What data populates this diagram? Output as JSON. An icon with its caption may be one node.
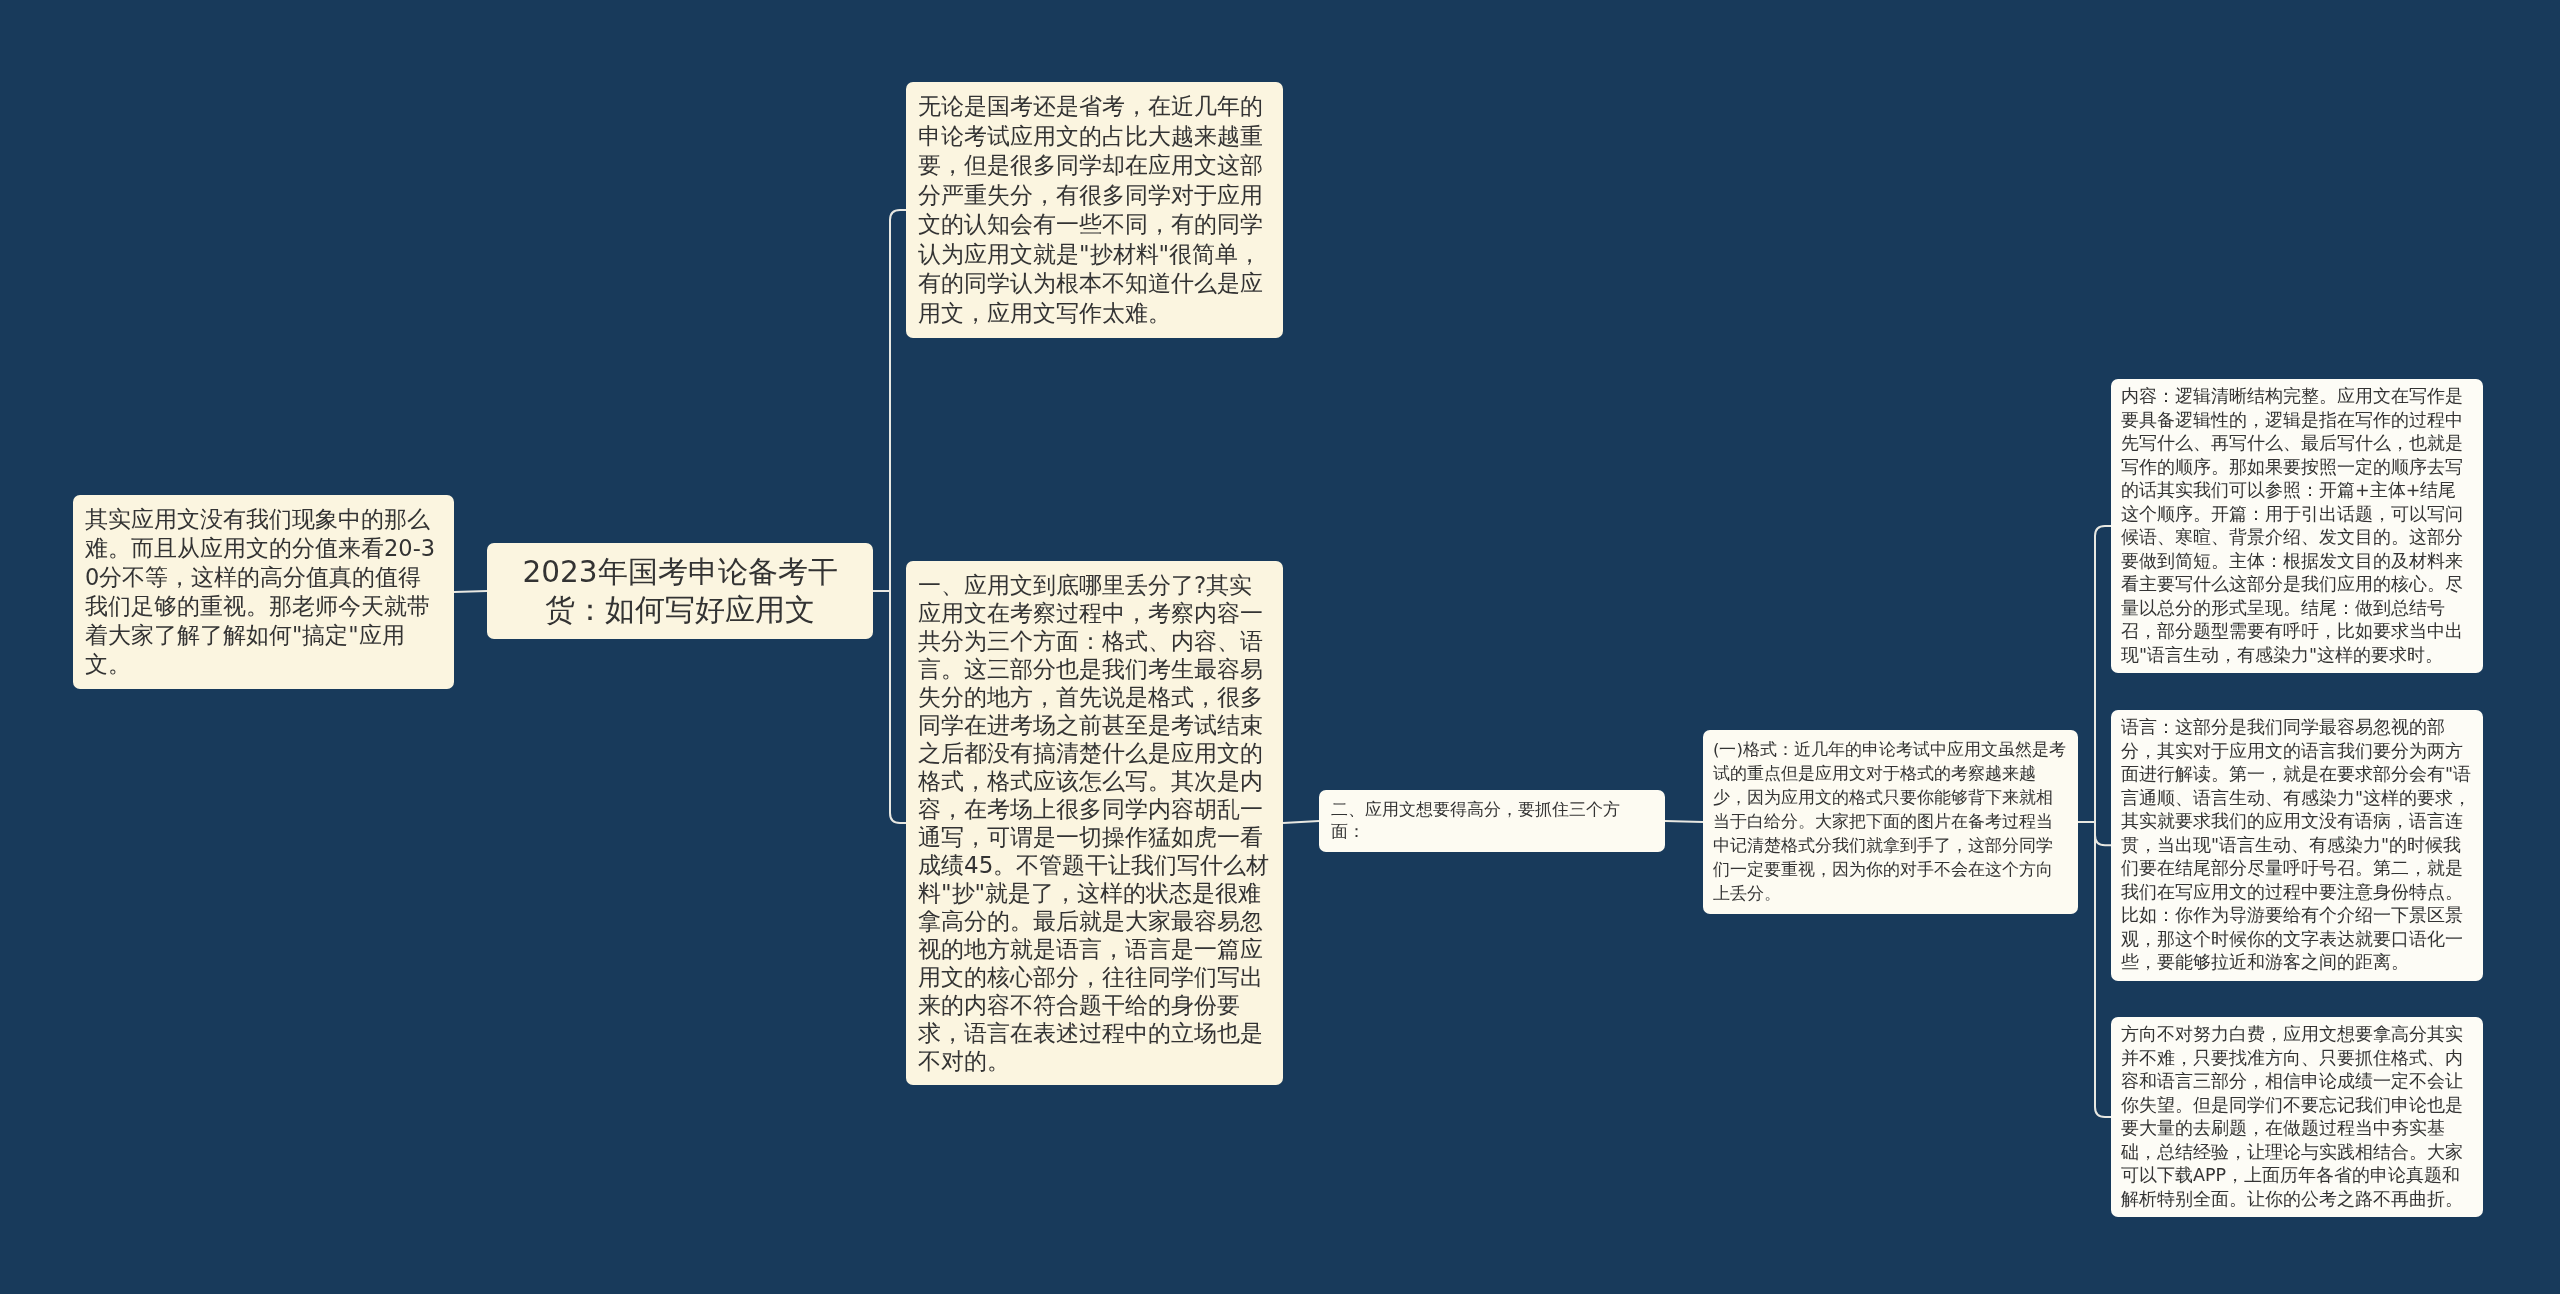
{
  "diagram": {
    "nodes": [
      {
        "text": [
          "2023年国考申论备考干货：如何写好应用文"
        ]
      },
      {
        "text": [
          "其实应用文没有我们现象中的那么难。而且从应用文的分值来看20-30分不等，这样的高分值真的值得我们足够的重视。那老师今天就带着大家了解了解如何\"搞定\"应用文。"
        ]
      },
      {
        "text": [
          "无论是国考还是省考，在近几年的申论考试应用文的占比大越来越重要，但是很多同学却在应用文这部分严重失分，有很多同学对于应用文的认知会有一些不同，有的同学认为应用文就是\"抄材料\"很简单，有的同学认为根本不知道什么是应用文，应用文写作太难。"
        ]
      },
      {
        "text": [
          "一、应用文到底哪里丢分了?其实应用文在考察过程中，考察内容一共分为三个方面：格式、内容、语言。这三部分也是我们考生最容易失分的地方，首先说是格式，很多同学在进考场之前甚至是考试结束之后都没有搞清楚什么是应用文的格式，格式应该怎么写。其次是内容，在考场上很多同学内容胡乱一通写，可谓是一切操作猛如虎一看成绩45。不管题干让我们写什么材料\"抄\"就是了，这样的状态是很难拿高分的。最后就是大家最容易忽视的地方就是语言，语言是一篇应用文的核心部分，往往同学们写出来的内容不符合题干给的身份要求，语言在表述过程中的立场也是不对的。"
        ]
      },
      {
        "text": [
          "二、应用文想要得高分，要抓住三个方面："
        ]
      },
      {
        "text": [
          "(一)格式：近几年的申论考试中应用文虽然是考试的重点但是应用文对于格式的考察越来越少，因为应用文的格式只要你能够背下来就相当于白给分。大家把下面的图片在备考过程当中记清楚格式分我们就拿到手了，这部分同学们一定要重视，因为你的对手不会在这个方向上丢分。"
        ]
      },
      {
        "text": [
          "内容：逻辑清晰结构完整。应用文在写作是要具备逻辑性的，逻辑是指在写作的过程中先写什么、再写什么、最后写什么，也就是写作的顺序。那如果要按照一定的顺序去写的话其实我们可以参照：开篇+主体+结尾这个顺序。开篇：用于引出话题，可以写问候语、寒暄、背景介绍、发文目的。这部分要做到简短。主体：根据发文目的及材料来看主要写什么这部分是我们应用的核心。尽量以总分的形式呈现。结尾：做到总结号召，部分题型需要有呼吁，比如要求当中出现\"语言生动，有感染力\"这样的要求时。"
        ]
      },
      {
        "text": [
          "语言：这部分是我们同学最容易忽视的部分，其实对于应用文的语言我们要分为两方面进行解读。第一，就是在要求部分会有\"语言通顺、语言生动、有感染力\"这样的要求，其实就要求我们的应用文没有语病，语言连贯，当出现\"语言生动、有感染力\"的时候我们要在结尾部分尽量呼吁号召。第二，就是我们在写应用文的过程中要注意身份特点。比如：你作为导游要给有个介绍一下景区景观，那这个时候你的文字表达就要口语化一些，要能够拉近和游客之间的距离。"
        ]
      },
      {
        "text": [
          "方向不对努力白费，应用文想要拿高分其实并不难，只要找准方向、只要抓住格式、内容和语言三部分，相信申论成绩一定不会让你失望。但是同学们不要忘记我们申论也是要大量的去刷题，在做题过程当中夯实基础，总结经验，让理论与实践相结合。大家可以下载APP，上面历年各省的申论真题和解析特别全面。让你的公考之路不再曲折。"
        ]
      }
    ],
    "edges": [
      {
        "from": 0,
        "to": 1,
        "arrow": "none"
      },
      {
        "from": 0,
        "to": 2,
        "arrow": "none"
      },
      {
        "from": 0,
        "to": 3,
        "arrow": "none"
      },
      {
        "from": 3,
        "to": 4,
        "arrow": "none"
      },
      {
        "from": 4,
        "to": 5,
        "arrow": "none"
      },
      {
        "from": 5,
        "to": 6,
        "arrow": "none"
      },
      {
        "from": 5,
        "to": 7,
        "arrow": "none"
      },
      {
        "from": 5,
        "to": 8,
        "arrow": "none"
      }
    ]
  }
}
